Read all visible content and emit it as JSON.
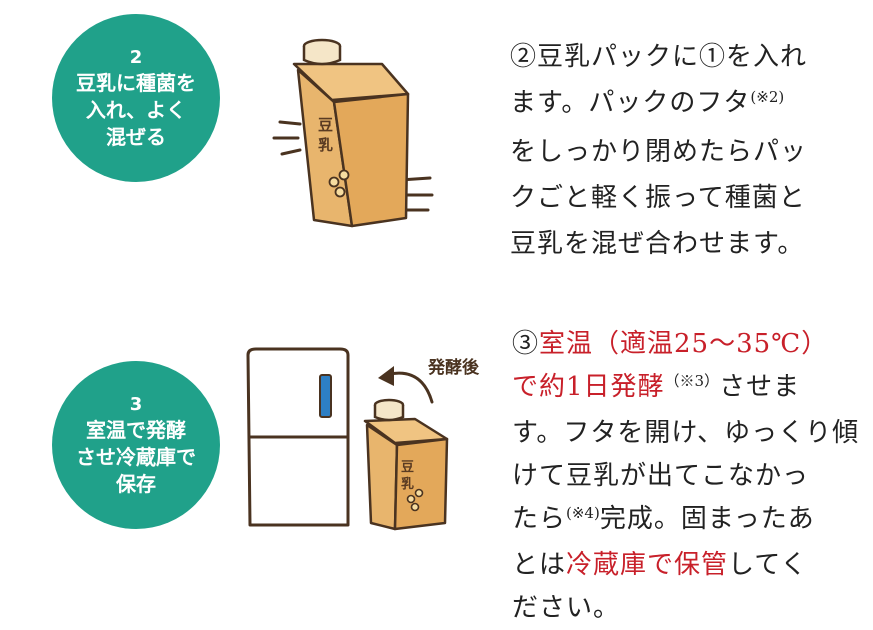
{
  "steps": [
    {
      "number": "2",
      "title_lines": [
        "豆乳に種菌を",
        "入れ、よく",
        "混ぜる"
      ],
      "pack_label": [
        "豆",
        "乳"
      ],
      "desc": {
        "l1": "②豆乳パックに①を入れ",
        "l2_a": "ます。パックのフタ",
        "l2_sup": "(※2)",
        "l3": "をしっかり閉めたらパッ",
        "l4": "クごと軽く振って種菌と",
        "l5": "豆乳を混ぜ合わせます。"
      }
    },
    {
      "number": "3",
      "title_lines": [
        "室温で発酵",
        "させ冷蔵庫で",
        "保存"
      ],
      "after_label": "発酵後",
      "pack_label": [
        "豆",
        "乳"
      ],
      "desc": {
        "l1_prefix": "③",
        "l1_red": "室温（適温25～35℃）",
        "l2_red": "で約1日発酵",
        "l2_sup": "（※3）",
        "l2_rest": "させま",
        "l3": "す。フタを開け、ゆっくり傾",
        "l4": "けて豆乳が出てこなかっ",
        "l5_a": "たら",
        "l5_sup": "(※4)",
        "l5_b": "完成。固まったあ",
        "l6_a": "とは",
        "l6_red": "冷蔵庫で保管",
        "l6_b": "してく",
        "l7": "ださい。"
      }
    }
  ],
  "colors": {
    "circle": "#20a18a",
    "accent_red": "#c8202a",
    "pack_fill": "#e8b56d",
    "outline": "#4a3320",
    "fridge_handle": "#2d7fc4"
  }
}
